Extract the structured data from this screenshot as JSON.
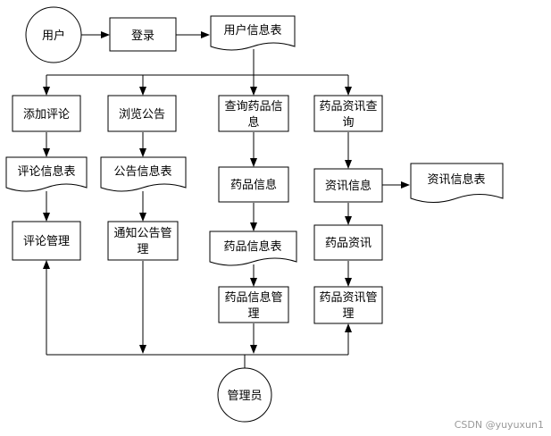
{
  "nodes": {
    "user": "用户",
    "login": "登录",
    "user_table": "用户信息表",
    "add_comment": "添加评论",
    "browse_notice": "浏览公告",
    "query_drug": [
      "查询药品信",
      "息"
    ],
    "drug_news_query": [
      "药品资讯查",
      "询"
    ],
    "comment_table": "评论信息表",
    "notice_table": "公告信息表",
    "drug_info": "药品信息",
    "news_info": "资讯信息",
    "news_table": "资讯信息表",
    "comment_manage": "评论管理",
    "notice_manage": [
      "通知公告管",
      "理"
    ],
    "drug_table": "药品信息表",
    "drug_news": "药品资讯",
    "drug_manage": [
      "药品信息管",
      "理"
    ],
    "drug_news_manage": [
      "药品资讯管",
      "理"
    ],
    "admin": "管理员"
  },
  "watermark": "CSDN @yuyuxun1"
}
